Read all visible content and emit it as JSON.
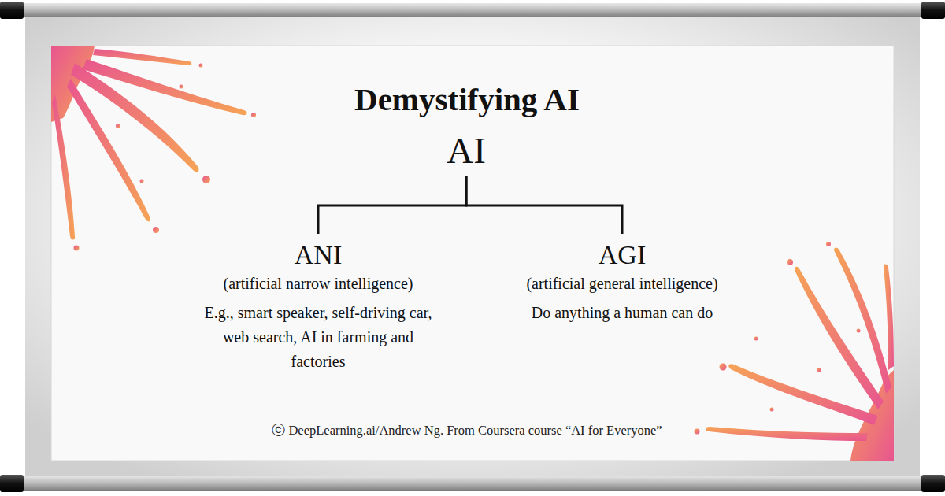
{
  "diagram": {
    "title": "Demystifying AI",
    "caption": "ⓒ DeepLearning.ai/Andrew Ng. From Coursera course “AI for Everyone”",
    "nodes": [
      {
        "text": [
          "AI"
        ]
      },
      {
        "text": [
          "ANI",
          "(artificial narrow intelligence)",
          "E.g., smart speaker, self-driving car, web search, AI in farming and factories"
        ]
      },
      {
        "text": [
          "AGI",
          "(artificial general intelligence)",
          "Do anything a human can do"
        ]
      }
    ],
    "edges": [
      {
        "from": 0,
        "to": 1,
        "arrow": "none"
      },
      {
        "from": 0,
        "to": 2,
        "arrow": "none"
      }
    ]
  }
}
